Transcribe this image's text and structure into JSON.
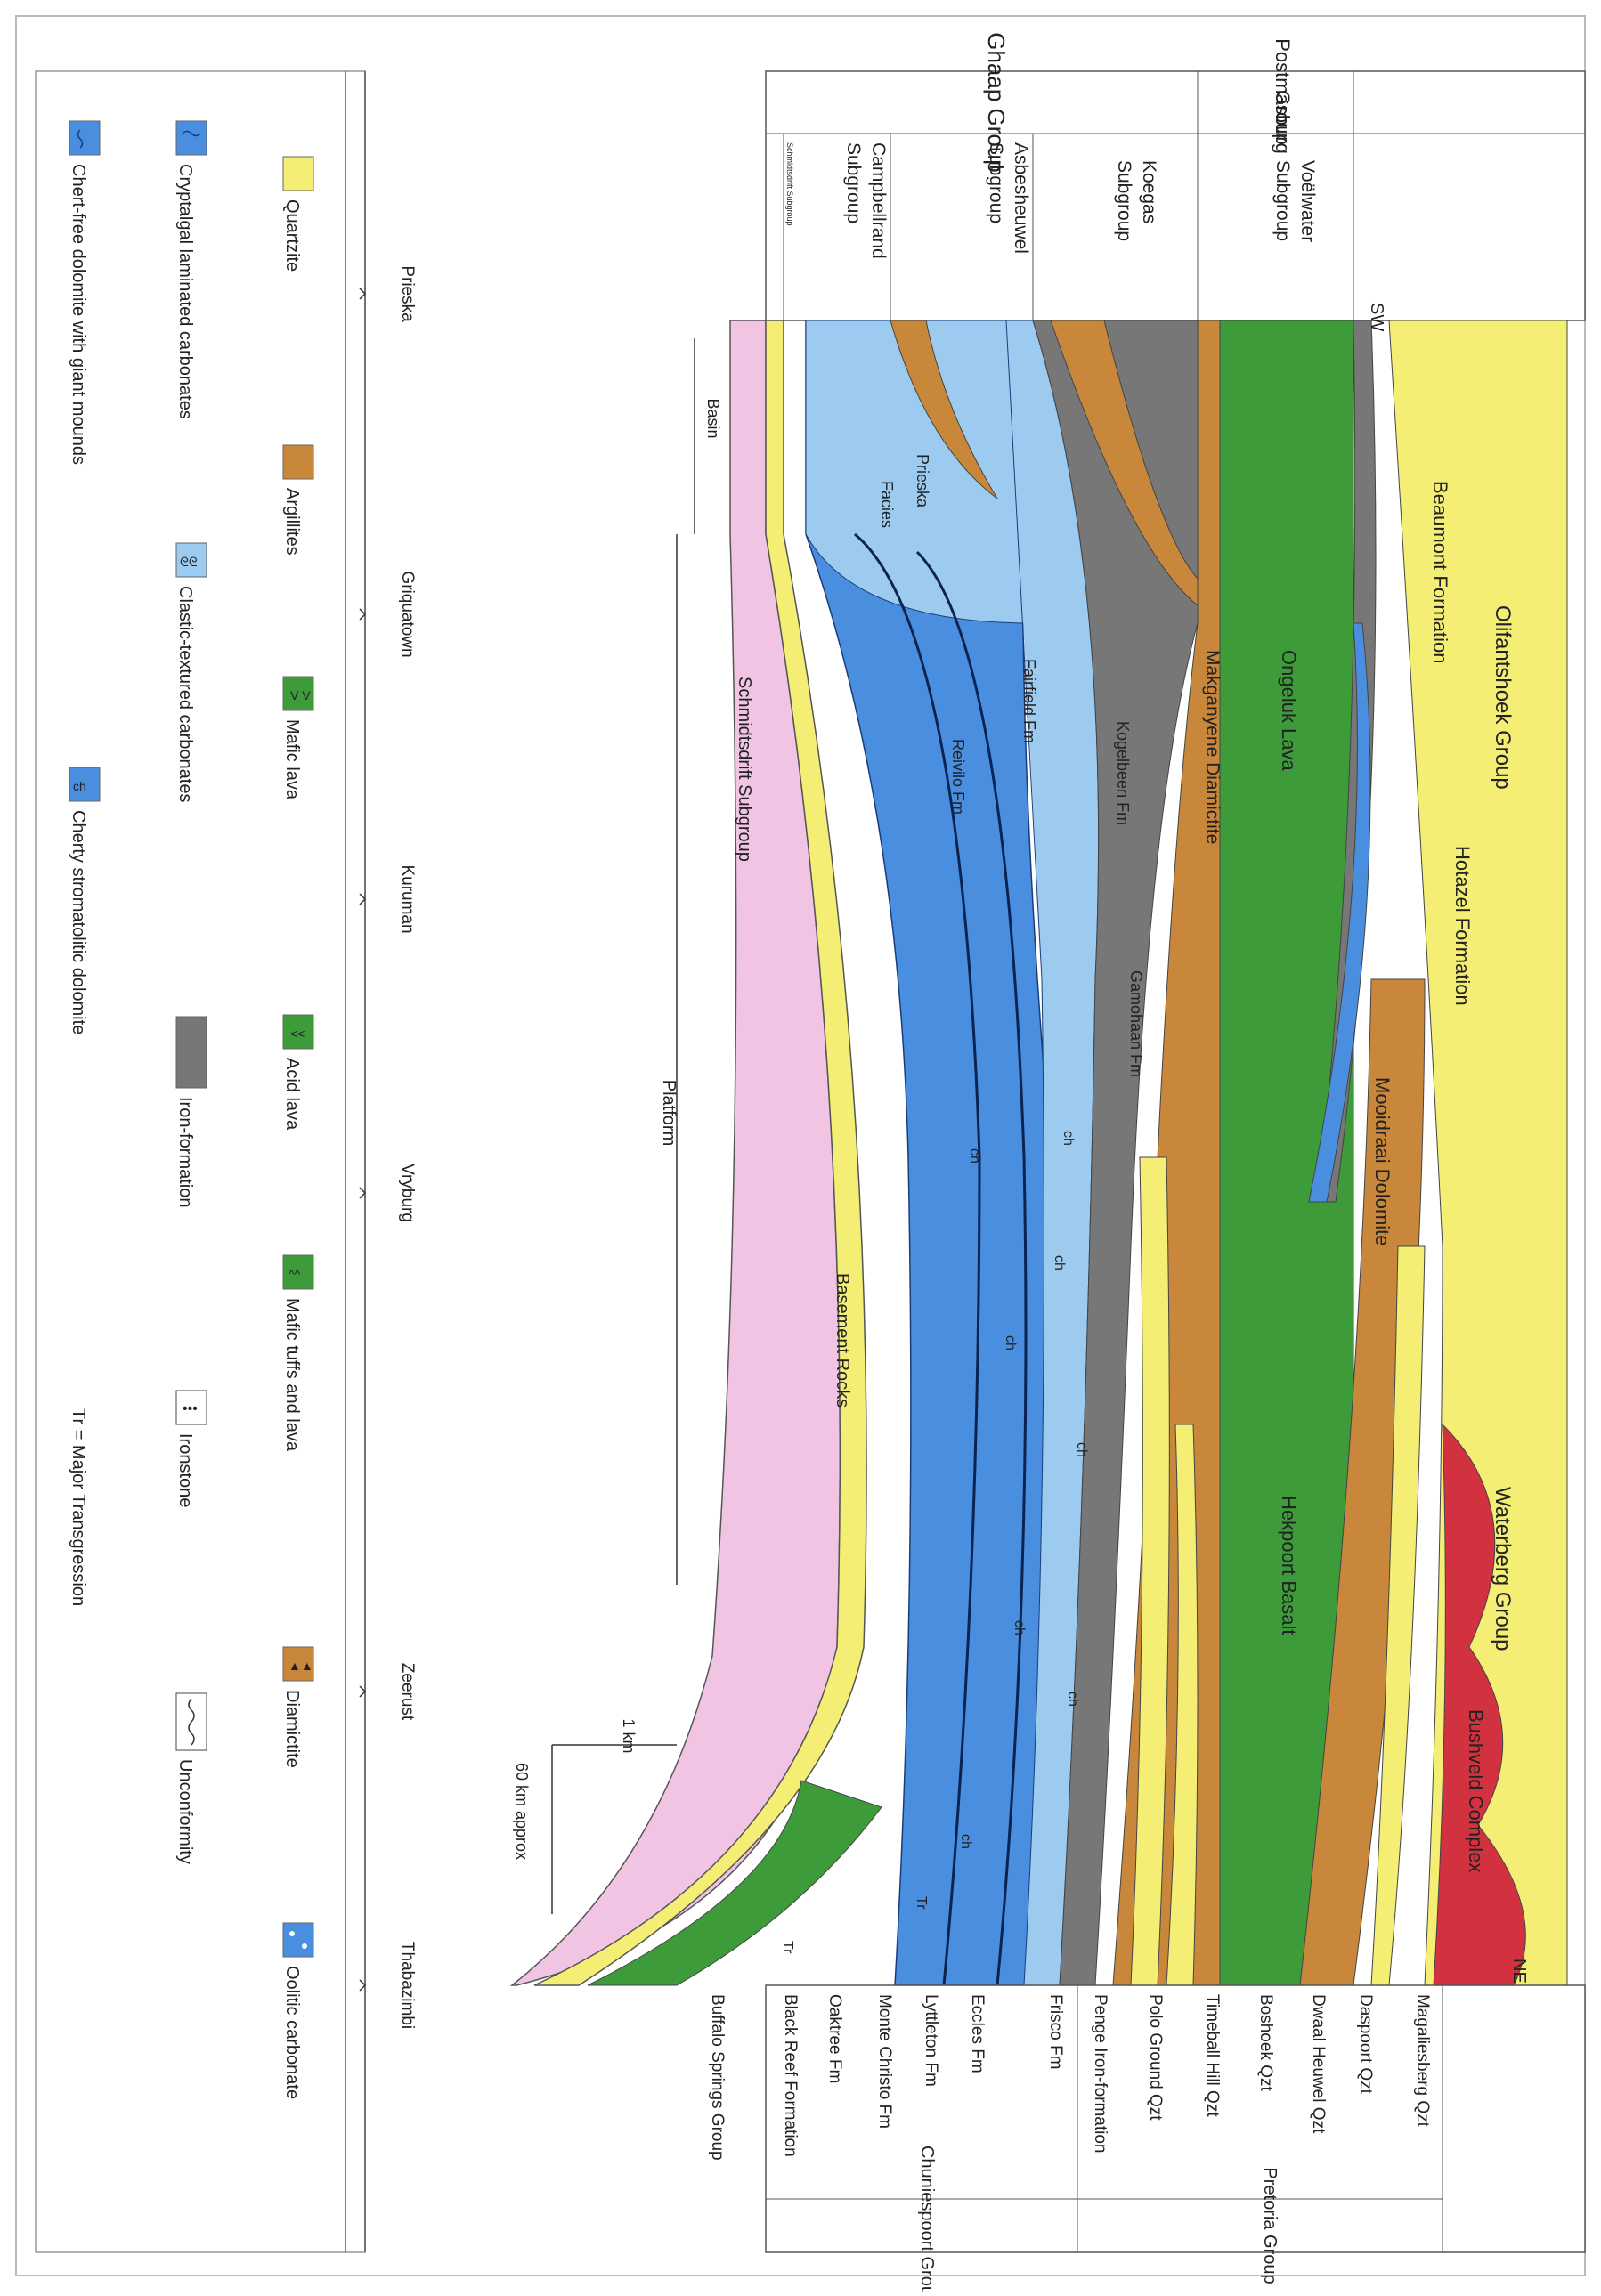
{
  "groups_top": {
    "ghaap": "Ghaap Group",
    "postmasburg_line1": "Postmasburg",
    "postmasburg_line2": "Group"
  },
  "subgroups": {
    "schmidtsdrift_small": "Schmidtsdrift Subgroup",
    "campbellrand": [
      "Campbellrand",
      "Subgroup"
    ],
    "asbesheuwel": [
      "Asbesheuwel",
      "Subgroup"
    ],
    "koegas": [
      "Koegas",
      "Subgroup"
    ],
    "voelwater": [
      "Voëlwater",
      "Subgroup"
    ]
  },
  "compass": {
    "sw": "SW",
    "ne": "NE"
  },
  "units": {
    "olifantshoek": "Olifantshoek Group",
    "beaumont": "Beaumont Formation",
    "hotazel": "Hotazel Formation",
    "ongeluk": "Ongeluk Lava",
    "makganyene": "Makganyene Diamictite",
    "mooidraai": "Mooidraai Dolomite",
    "kogelbeen": "Kogelbeen Fm",
    "gamohaan": "Gamohaan Fm",
    "fairfield": "Fairfield Fm",
    "reivilo": "Reivilo Fm",
    "prieska_facies_1": "Prieska",
    "prieska_facies_2": "Facies",
    "waterberg": "Waterberg Group",
    "bushveld": "Bushveld Complex",
    "hekpoort": "Hekpoort Basalt",
    "basement": "Basement Rocks",
    "schmidtsdrift_sub": "Schmidtsdrift Subgroup"
  },
  "setting": {
    "basin": "Basin",
    "platform": "Platform"
  },
  "scale": {
    "km": "1 km",
    "approx": "60 km approx"
  },
  "towns": [
    "Prieska",
    "Griquatown",
    "Kuruman",
    "Vryburg",
    "Zeerust",
    "Thabazimbi"
  ],
  "east_units": [
    "Magaliesberg Qzt",
    "Daspoort Qzt",
    "Dwaal Heuwel Qzt",
    "Boshoek Qzt",
    "Timeball Hill Qzt",
    "Polo Ground Qzt",
    "Penge Iron-formation",
    "Frisco Fm",
    "Eccles Fm",
    "Lyttleton Fm",
    "Monte Christo Fm",
    "Oaktree Fm",
    "Black Reef Formation",
    "Buffalo Springs Group"
  ],
  "east_groups": {
    "pretoria": "Pretoria Group",
    "chuniespoort": "Chuniespoort Group"
  },
  "legend": [
    {
      "label": "Quartzite",
      "color": "#f4ef74",
      "icon": "quartzite-swatch"
    },
    {
      "label": "Argillites",
      "color": "#c8873a",
      "icon": "argillite-swatch"
    },
    {
      "label": "Mafic lava",
      "color": "#3d9b3a",
      "icon": "mafic-lava-swatch"
    },
    {
      "label": "Acid lava",
      "color": "#3d9b3a",
      "icon": "acid-lava-swatch"
    },
    {
      "label": "Mafic tuffs and lava",
      "color": "#3d9b3a",
      "icon": "mafic-tuff-swatch"
    },
    {
      "label": "Diamictite",
      "color": "#c8873a",
      "icon": "diamictite-swatch"
    },
    {
      "label": "Oolitic carbonate",
      "color": "#4a8ee0",
      "icon": "oolitic-swatch"
    },
    {
      "label": "Cryptalgal laminated carbonates",
      "color": "#4a8ee0",
      "icon": "cryptalgal-swatch"
    },
    {
      "label": "Clastic-textured carbonates",
      "color": "#9ccbef",
      "icon": "clastic-carbonate-swatch"
    },
    {
      "label": "Iron-formation",
      "color": "#777777",
      "icon": "iron-formation-swatch"
    },
    {
      "label": "Ironstone",
      "color": "#ffffff",
      "icon": "ironstone-swatch"
    },
    {
      "label": "Unconformity",
      "color": "#ffffff",
      "icon": "unconformity-swatch"
    },
    {
      "label": "Chert-free dolomite with giant mounds",
      "color": "#4a8ee0",
      "icon": "chert-free-swatch"
    },
    {
      "label": "Cherty stromatolitic dolomite",
      "color": "#4a8ee0",
      "icon": "cherty-swatch"
    }
  ],
  "tr_note": "Tr = Major Transgression",
  "ch_mark": "ch",
  "tr_mark": "Tr",
  "colors": {
    "quartzite": "#f4ef74",
    "argillite": "#c8873a",
    "mafic": "#3d9b3a",
    "carbonate": "#4a8ee0",
    "carbonate_light": "#9ccbef",
    "iron": "#777777",
    "basement": "#f1c4e4",
    "bushveld": "#d23240"
  }
}
